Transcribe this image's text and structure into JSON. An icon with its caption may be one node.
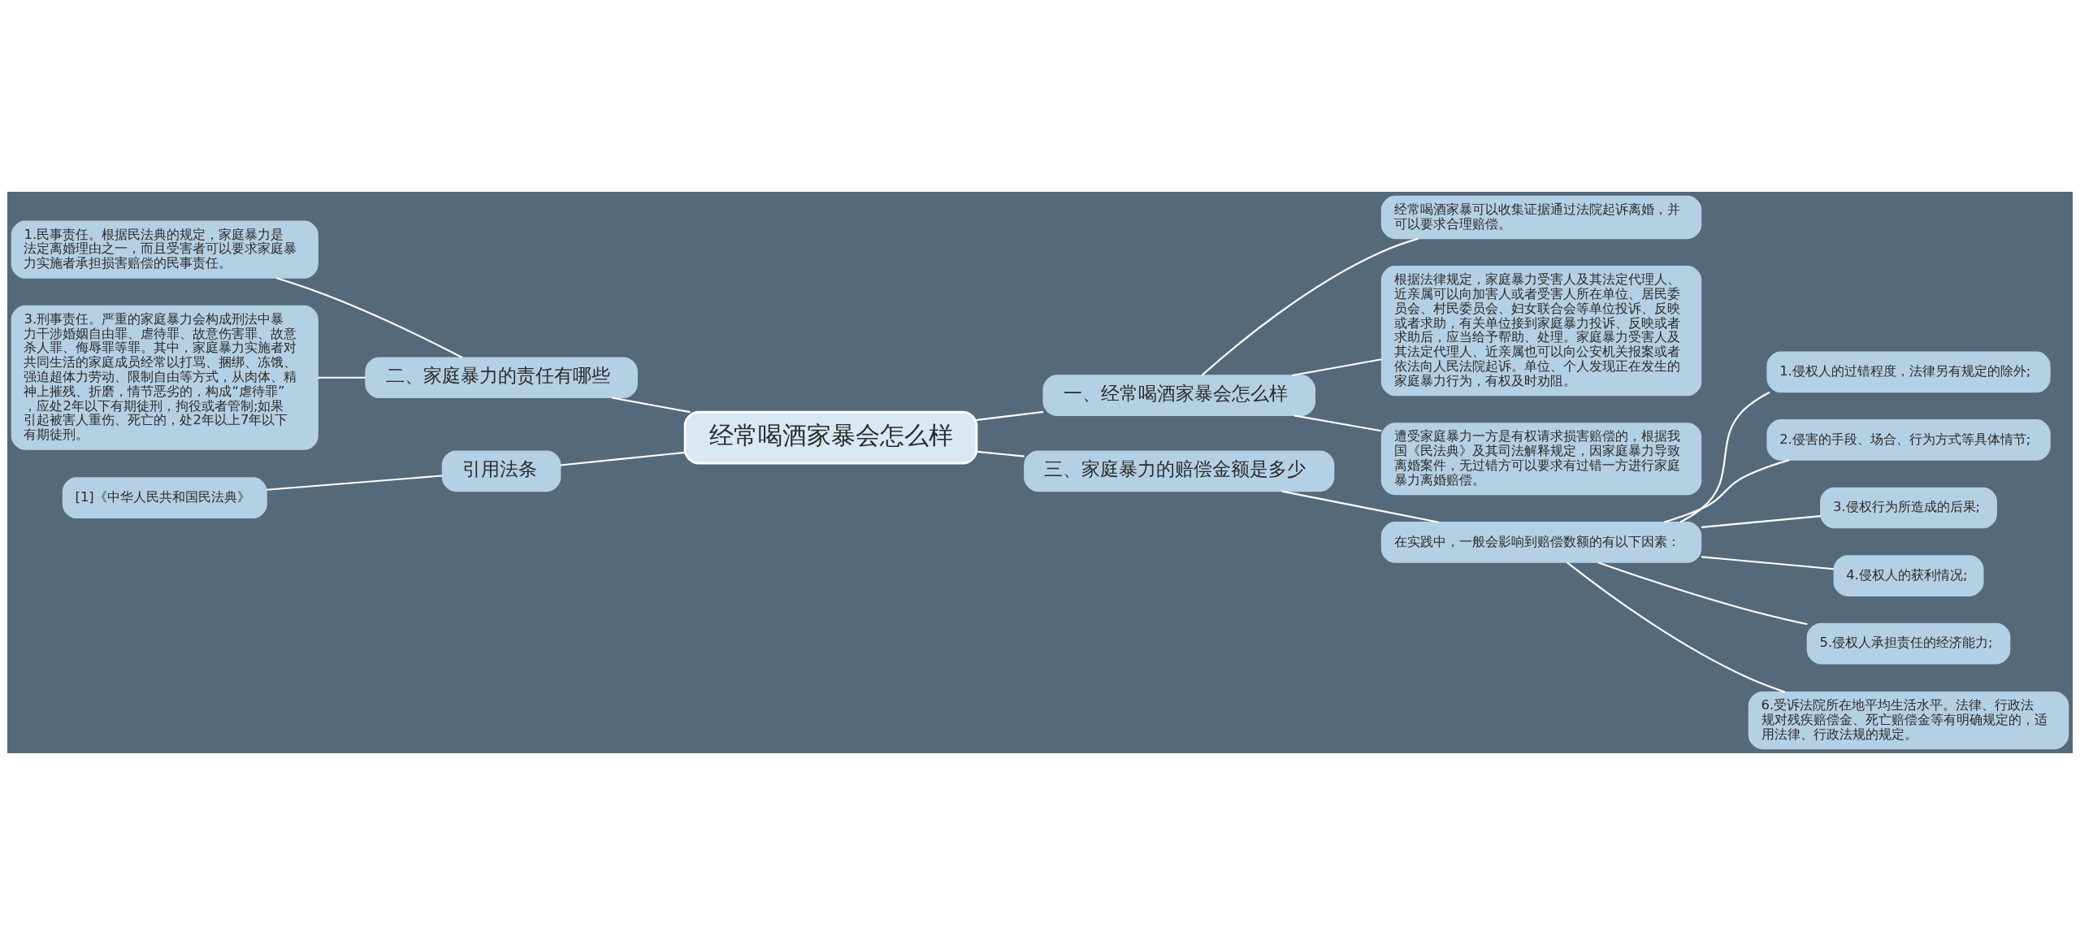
{
  "diagram": {
    "nodes": [
      {
        "text": [
          "经常喝酒家暴会怎么样"
        ]
      },
      {
        "text": [
          "一、经常喝酒家暴会怎么样"
        ]
      },
      {
        "text": [
          "经常喝酒家暴可以收集证据通过法院起诉离婚，并可以要求合理赔偿。"
        ]
      },
      {
        "text": [
          "根据法律规定，家庭暴力受害人及其法定代理人、近亲属可以向加害人或者受害人所在单位、居民委员会、村民委员会、妇女联合会等单位投诉、反映或者求助，有关单位接到家庭暴力投诉、反映或者求助后，应当给予帮助、处理。家庭暴力受害人及其法定代理人、近亲属也可以向公安机关报案或者依法向人民法院起诉。单位、个人发现正在发生的家庭暴力行为，有权及时劝阻。"
        ]
      },
      {
        "text": [
          "遭受家庭暴力一方是有权请求损害赔偿的，根据我国《民法典》及其司法解释规定，因家庭暴力导致离婚案件，无过错方可以要求有过错一方进行家庭暴力离婚赔偿。"
        ]
      },
      {
        "text": [
          "二、家庭暴力的责任有哪些"
        ]
      },
      {
        "text": [
          "1.民事责任。根据民法典的规定，家庭暴力是法定离婚理由之一，而且受害者可以要求家庭暴力实施者承担损害赔偿的民事责任。"
        ]
      },
      {
        "text": [
          "3.刑事责任。严重的家庭暴力会构成刑法中暴力干涉婚姻自由罪、虐待罪、故意伤害罪、故意杀人罪、侮辱罪等罪。其中，家庭暴力实施者对共同生活的家庭成员经常以打骂、捆绑、冻饿、强迫超体力劳动、限制自由等方式，从肉体、精神上摧残、折磨，情节恶劣的，构成“虐待罪”，应处2年以下有期徒刑，拘役或者管制;如果引起被害人重伤、死亡的，处2年以上7年以下有期徒刑。"
        ]
      },
      {
        "text": [
          "引用法条"
        ]
      },
      {
        "text": [
          "[1]《中华人民共和国民法典》"
        ]
      },
      {
        "text": [
          "三、家庭暴力的赔偿金额是多少"
        ]
      },
      {
        "text": [
          "在实践中，一般会影响到赔偿数额的有以下因素："
        ]
      },
      {
        "text": [
          "1.侵权人的过错程度，法律另有规定的除外;"
        ]
      },
      {
        "text": [
          "2.侵害的手段、场合、行为方式等具体情节;"
        ]
      },
      {
        "text": [
          "3.侵权行为所造成的后果;"
        ]
      },
      {
        "text": [
          "4.侵权人的获利情况;"
        ]
      },
      {
        "text": [
          "5.侵权人承担责任的经济能力;"
        ]
      },
      {
        "text": [
          "6.受诉法院所在地平均生活水平。法律、行政法规对残疾赔偿金、死亡赔偿金等有明确规定的，适用法律、行政法规的规定。"
        ]
      }
    ],
    "edges": [
      {
        "from": 0,
        "to": 1,
        "arrow": "none"
      },
      {
        "from": 1,
        "to": 2,
        "arrow": "none"
      },
      {
        "from": 1,
        "to": 3,
        "arrow": "none"
      },
      {
        "from": 1,
        "to": 4,
        "arrow": "none"
      },
      {
        "from": 0,
        "to": 5,
        "arrow": "none"
      },
      {
        "from": 5,
        "to": 6,
        "arrow": "none"
      },
      {
        "from": 5,
        "to": 7,
        "arrow": "none"
      },
      {
        "from": 0,
        "to": 8,
        "arrow": "none"
      },
      {
        "from": 8,
        "to": 9,
        "arrow": "none"
      },
      {
        "from": 0,
        "to": 10,
        "arrow": "none"
      },
      {
        "from": 10,
        "to": 11,
        "arrow": "none"
      },
      {
        "from": 11,
        "to": 12,
        "arrow": "none"
      },
      {
        "from": 11,
        "to": 13,
        "arrow": "none"
      },
      {
        "from": 11,
        "to": 14,
        "arrow": "none"
      },
      {
        "from": 11,
        "to": 15,
        "arrow": "none"
      },
      {
        "from": 11,
        "to": 16,
        "arrow": "none"
      },
      {
        "from": 11,
        "to": 17,
        "arrow": "none"
      }
    ]
  }
}
